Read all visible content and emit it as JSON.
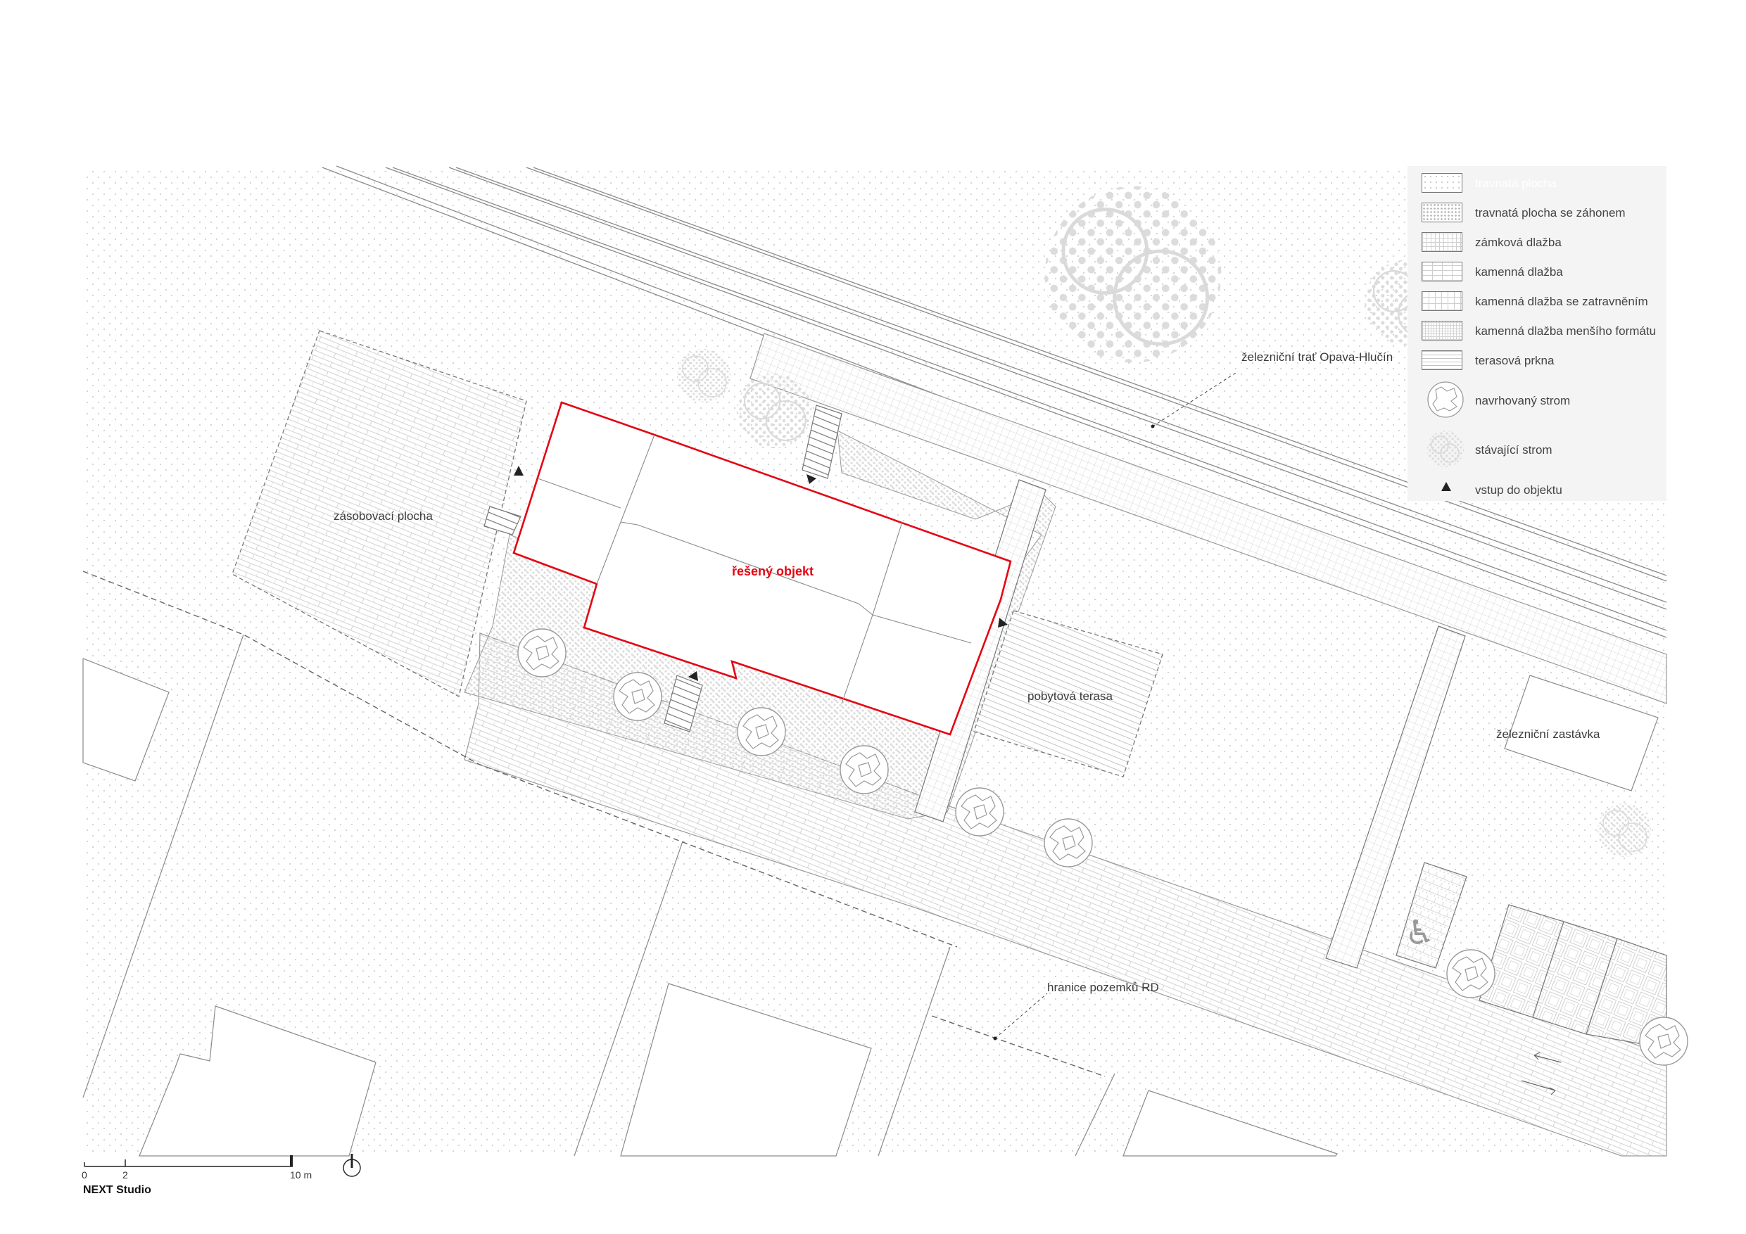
{
  "labels": {
    "supply_area": "zásobovací plocha",
    "building": "řešený objekt",
    "terrace": "pobytová terasa",
    "railway": "železniční trať Opava-Hlučín",
    "station": "železniční zastávka",
    "plot_boundary": "hranice pozemků RD"
  },
  "legend": {
    "items": [
      {
        "label": "travnatá plocha",
        "swatch": "dots-fine"
      },
      {
        "label": "travnatá plocha se záhonem",
        "swatch": "dots-dense"
      },
      {
        "label": "zámková dlažba",
        "swatch": "interlock"
      },
      {
        "label": "kamenná dlažba",
        "swatch": "stone"
      },
      {
        "label": "kamenná dlažba se zatravněním",
        "swatch": "stone-grass"
      },
      {
        "label": "kamenná dlažba menšího formátu",
        "swatch": "stone-small"
      },
      {
        "label": "terasová prkna",
        "swatch": "boards"
      },
      {
        "label": "navrhovaný strom",
        "swatch": "tree-new-icon"
      },
      {
        "label": "stávající strom",
        "swatch": "tree-existing-icon"
      },
      {
        "label": "vstup do objektu",
        "swatch": "entrance-triangle-icon"
      }
    ]
  },
  "scale": {
    "tick_0": "0",
    "tick_2": "2",
    "tick_10": "10 m"
  },
  "credit": "NEXT Studio",
  "colors": {
    "building_outline": "#e30613",
    "line": "#8a8a8a",
    "legend_bg": "#f4f4f4"
  }
}
